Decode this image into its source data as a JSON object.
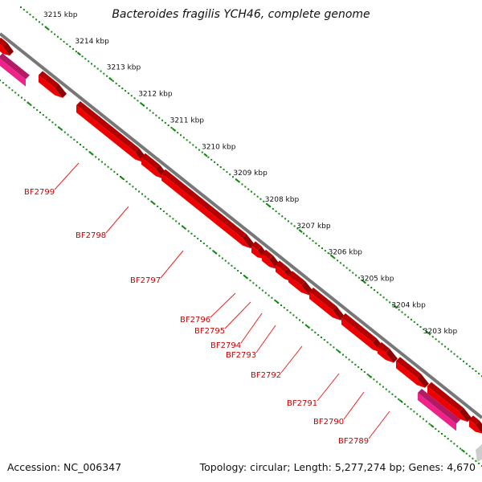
{
  "title": "Bacteroides fragilis YCH46, complete genome",
  "footer": {
    "accession": "Accession: NC_006347",
    "topology": "Topology: circular; Length: 5,277,274 bp; Genes: 4,670"
  },
  "scale_labels": [
    "3215 kbp",
    "3214 kbp",
    "3213 kbp",
    "3212 kbp",
    "3211 kbp",
    "3210 kbp",
    "3209 kbp",
    "3208 kbp",
    "3207 kbp",
    "3206 kbp",
    "3205 kbp",
    "3204 kbp",
    "3203 kbp"
  ],
  "gene_labels": [
    "BF2799",
    "BF2798",
    "BF2797",
    "BF2796",
    "BF2795",
    "BF2794",
    "BF2793",
    "BF2792",
    "BF2791",
    "BF2790",
    "BF2789"
  ],
  "colors": {
    "gene": "#ee0000",
    "rna": "#ee2288",
    "backbone": "#777777",
    "scale_dots": "#118811",
    "label": "#cc0000"
  }
}
